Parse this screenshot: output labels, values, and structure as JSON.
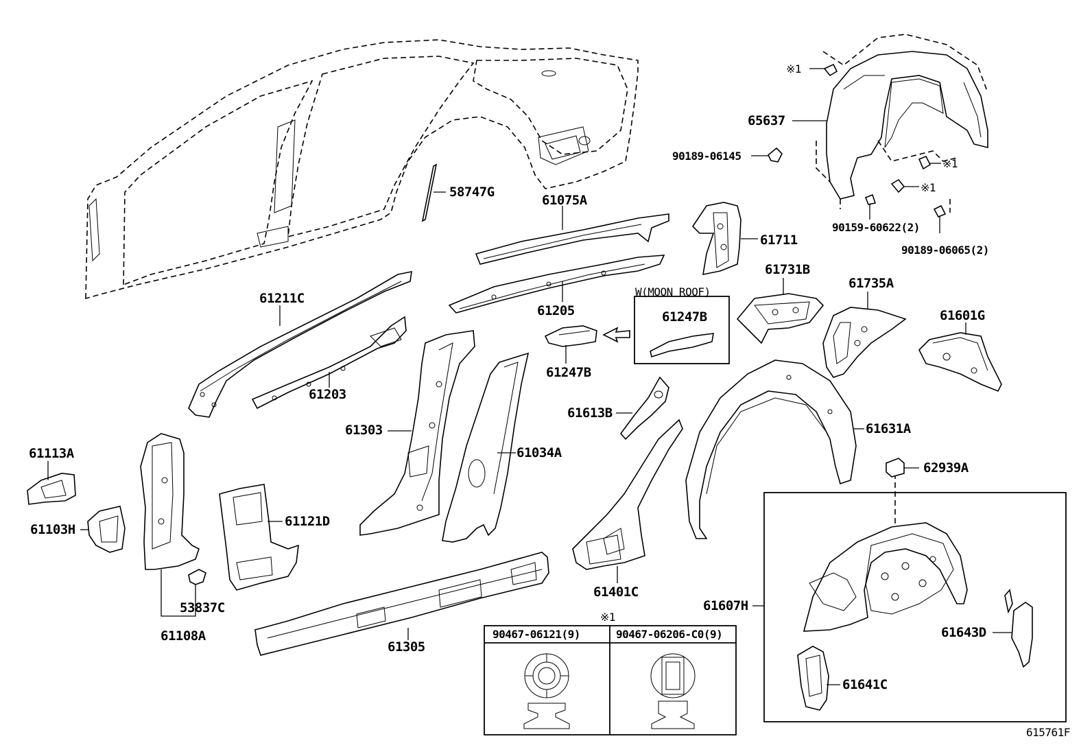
{
  "diagram": {
    "labels": {
      "p58747G": "58747G",
      "p61075A": "61075A",
      "p61711": "61711",
      "p65637": "65637",
      "p90189_06145": "90189-06145",
      "p90159_60622": "90159-60622(2)",
      "p90189_06065": "90189-06065(2)",
      "note1a": "※1",
      "note1b": "※1",
      "note1c": "※1",
      "p61211C": "61211C",
      "p61205": "61205",
      "moonroof": "W(MOON ROOF)",
      "p61247B_box": "61247B",
      "p61247B": "61247B",
      "p61731B": "61731B",
      "p61735A": "61735A",
      "p61601G": "61601G",
      "p61203": "61203",
      "p61303": "61303",
      "p61034A": "61034A",
      "p61613B": "61613B",
      "p61631A": "61631A",
      "p61113A": "61113A",
      "p61103H": "61103H",
      "p61121D": "61121D",
      "p62939A": "62939A",
      "p53837C": "53837C",
      "p61401C": "61401C",
      "p61607H": "61607H",
      "p61108A": "61108A",
      "p61305": "61305",
      "p61643D": "61643D",
      "p61641C": "61641C",
      "clip_note": "※1",
      "clip_a": "90467-06121(9)",
      "clip_b": "90467-06206-C0(9)",
      "figure_id": "615761F"
    }
  }
}
